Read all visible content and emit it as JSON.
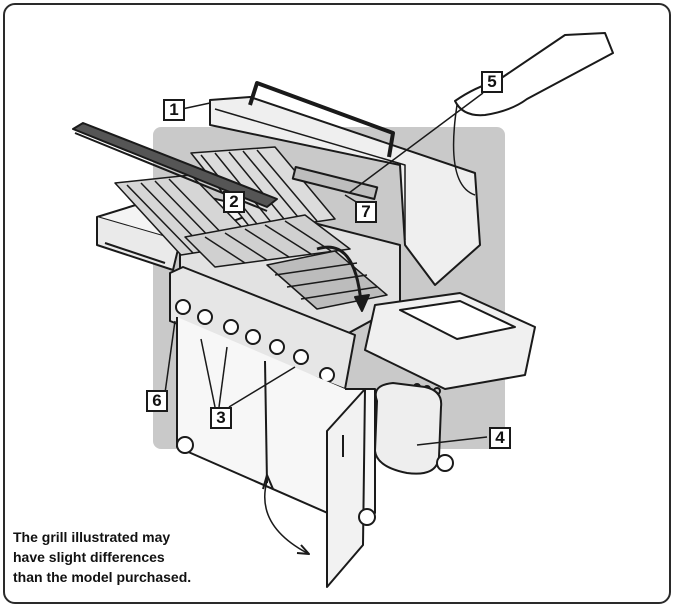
{
  "callouts": {
    "c1": "1",
    "c2": "2",
    "c3": "3",
    "c4": "4",
    "c5": "5",
    "c6": "6",
    "c7": "7"
  },
  "caption": {
    "line1": "The grill illustrated may",
    "line2": "have slight differences",
    "line3": "than the model purchased."
  },
  "colors": {
    "shade": "#c9c9c9",
    "line": "#1a1a1a",
    "frame": "#2a2a2a"
  }
}
